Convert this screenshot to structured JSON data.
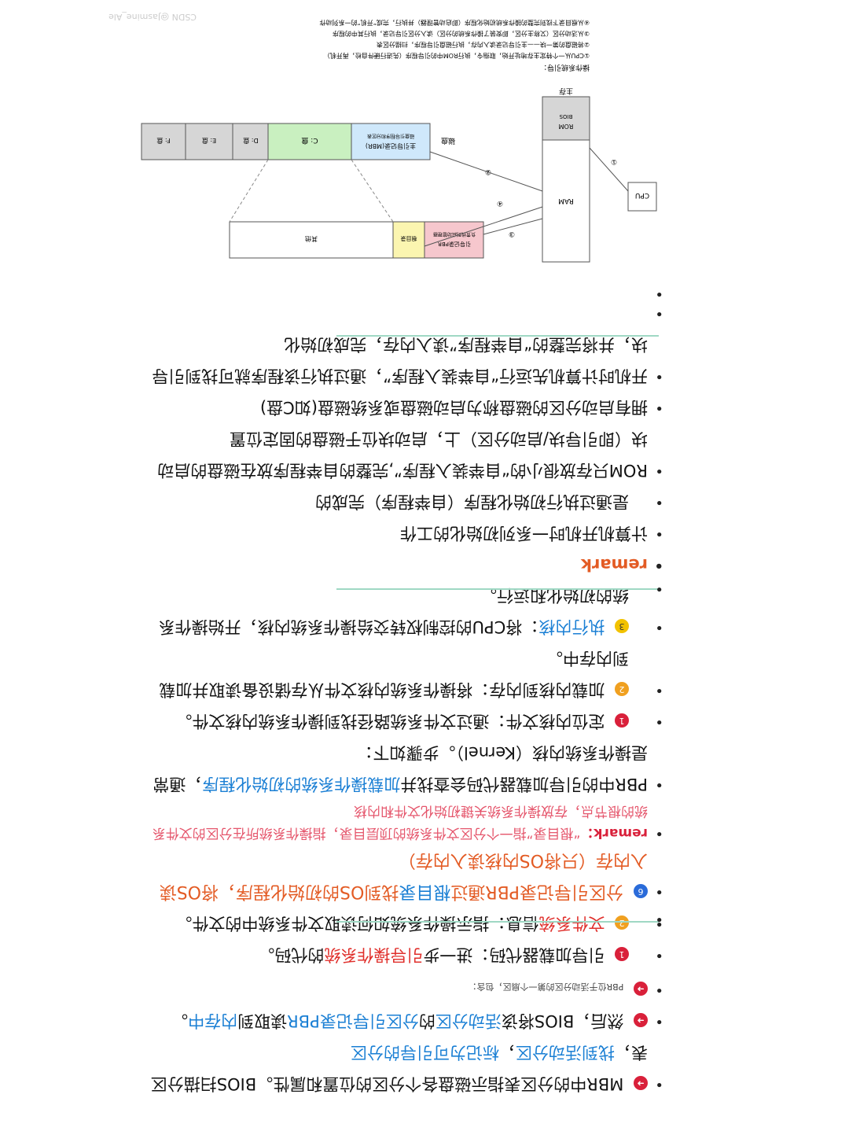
{
  "doc": {
    "items": [
      {
        "pre": "MBR中的分区表指示磁盘各个分区的位置和属性。BIOS扫描分区表，",
        "b1": "找到活动分区",
        "mid": "，",
        "b2": "标记为可引导的分区",
        "post": ""
      },
      {
        "pre": "然后，BIOS将该",
        "b1": "活动分区",
        "mid": "的",
        "b2": "分区引导记录PBR",
        "post": "读取到",
        "b3": "内存中",
        "end": "。"
      },
      {
        "small": "PBR位于活动分区的第一个扇区，包含："
      },
      {
        "num": "1",
        "pre": "引导加载器代码：进一步",
        "b1": "引导操作系统",
        "post": "的代码。"
      },
      {
        "num": "2",
        "b1": "文件系统",
        "post": "信息：指示操作系统如何读取文件系统中的文件。"
      }
    ],
    "section6": {
      "num": "6",
      "pre": "分区引导记录PBR通过",
      "b1": "根目录",
      "mid": "找到OS的初始化程序，将OS读入内存（只将OS内核读入内存）"
    },
    "remark1": {
      "label": "remark：",
      "text": "“根目录”指一个分区文件系统的顶层目录，指操作系统所在分区的文件系统的根节点，存放操作系统关键初始化文件和内核"
    },
    "pbr_intro": {
      "pre": "PBR中的引导加载器代码会查找并",
      "b1": "加载操作系统的初始化程序",
      "post": "，通常是操作系统内核（Kernel）。步骤如下："
    },
    "steps": [
      {
        "num": "1",
        "label": "定位内核文件",
        "text": "：通过文件系统路径找到操作系统内核文件。"
      },
      {
        "num": "2",
        "label": "加载内核到内存",
        "text": "：将操作系统内核文件从存储设备读取并加载到内存中。"
      },
      {
        "num": "3",
        "label": "执行内核",
        "text": "：将CPU的控制权转交给操作系统内核，开始操作系统的初始化和运行。"
      }
    ],
    "remark2": "remark",
    "points": [
      "计算机开机时一系列初始化的工作",
      "是通过执行初始化程序（自举程序）完成的",
      "ROM只存放很小的“自举装入程序”,完整的自举程序放在磁盘的启动块（即引导块/启动分区）上，启动块位于磁盘的固定位置",
      "拥有启动分区的磁盘称为启动磁盘或系统磁盘(如C盘)",
      "开机时计算机先运行“自举装入程序”，通过执行该程序就可找到引导块，并将完整的“自举程序”读入内存，完成初始化"
    ]
  },
  "diagram": {
    "disk_label": "磁盘",
    "partitions": [
      "主引导记录(MBR)",
      "C: 盘",
      "D: 盘",
      "E: 盘",
      "F: 盘"
    ],
    "mbr_sub": "磁盘引导程序和分区表",
    "c_detail": [
      "引导记录PBR",
      "根目录",
      "其他"
    ],
    "pbr_sub": "负责找到启动管理器",
    "memory_label": "主存",
    "rom_label": "ROM",
    "rom_sub": "BIOS",
    "ram_label": "RAM",
    "cpu_label": "CPU",
    "arrows": [
      "①",
      "②",
      "③",
      "④"
    ],
    "notes": [
      "操作系统引导：",
      "①CPU从一个特定主存地址开始，取指令，执行ROM中的引导程序（先进行硬件自检，再开机）",
      "②将磁盘的第一块——主引导记录读入内存，执行磁盘引导程序，扫描分区表",
      "③从活动分区（又称主分区，即安装了操作系统的分区）读入分区引导记录，执行其中的程序",
      "④从根目录下找到完整的操作系统初始化程序（即启动管理器）并执行，完成“开机”的一系列动作"
    ],
    "watermark": "CSDN @Jasmine_Ale"
  },
  "colors": {
    "blue": "#1a7fd4",
    "red": "#e0302c",
    "pink": "#e5566c",
    "green": "#9fd8c4",
    "cpart": "#c9f0c0",
    "mbr": "#cfe8fb",
    "gray": "#d6d6d6",
    "yellow": "#fbf5b0",
    "pbr": "#f6c7cd"
  }
}
